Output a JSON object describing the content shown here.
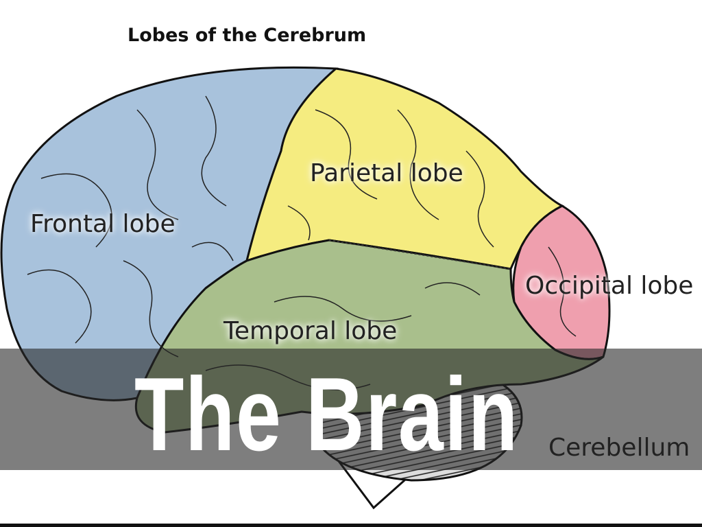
{
  "slide": {
    "title": "The Brain"
  },
  "diagram": {
    "title": "Lobes of the Cerebrum",
    "labels": {
      "frontal": "Frontal lobe",
      "parietal": "Parietal lobe",
      "occipital": "Occipital lobe",
      "temporal": "Temporal lobe",
      "cerebellum": "Cerebellum"
    },
    "colors": {
      "frontal": "#a8c2dc",
      "parietal": "#f5ec80",
      "temporal": "#a9bf8c",
      "occipital": "#ef9fae",
      "cerebellum": "#cfcfcf"
    }
  }
}
